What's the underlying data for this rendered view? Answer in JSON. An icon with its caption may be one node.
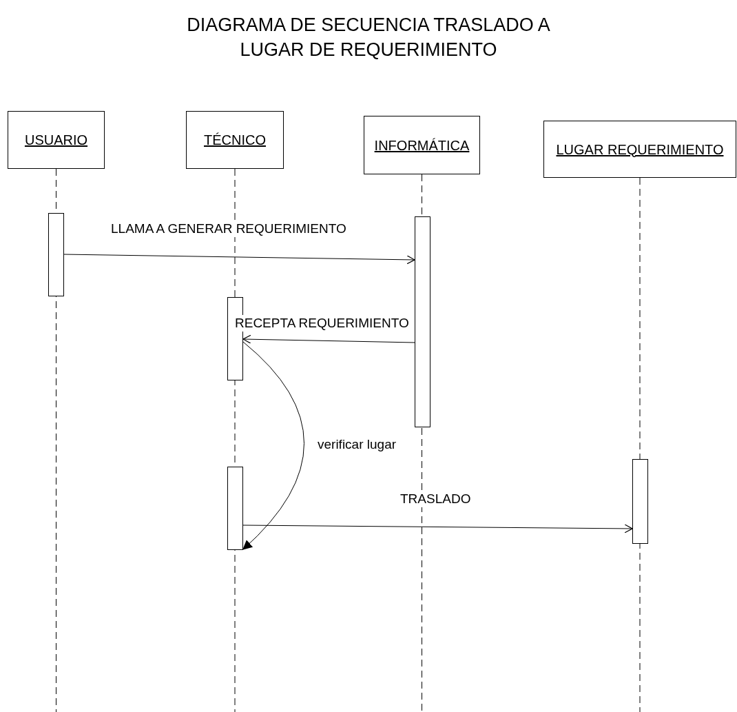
{
  "diagram": {
    "title": "DIAGRAMA DE SECUENCIA TRASLADO A LUGAR DE REQUERIMIENTO",
    "nodes": [
      {
        "text": [
          "USUARIO"
        ]
      },
      {
        "text": [
          "TÉCNICO"
        ]
      },
      {
        "text": [
          "INFORMÁTICA"
        ]
      },
      {
        "text": [
          "LUGAR REQUERIMIENTO"
        ]
      },
      {
        "text": [],
        "shape": "bar"
      },
      {
        "text": [],
        "shape": "bar"
      },
      {
        "text": [],
        "shape": "bar"
      },
      {
        "text": [],
        "shape": "bar"
      },
      {
        "text": [],
        "shape": "bar"
      }
    ],
    "edges": [
      {
        "from": 4,
        "to": 5,
        "arrow": "to",
        "label": "LLAMA A GENERAR REQUERIMIENTO"
      },
      {
        "from": 5,
        "to": 6,
        "arrow": "to",
        "label": "RECEPTA REQUERIMIENTO"
      },
      {
        "from": 6,
        "to": 7,
        "arrow": "to",
        "label": "verificar lugar"
      },
      {
        "from": 7,
        "to": 8,
        "arrow": "to",
        "label": "TRASLADO"
      }
    ]
  }
}
